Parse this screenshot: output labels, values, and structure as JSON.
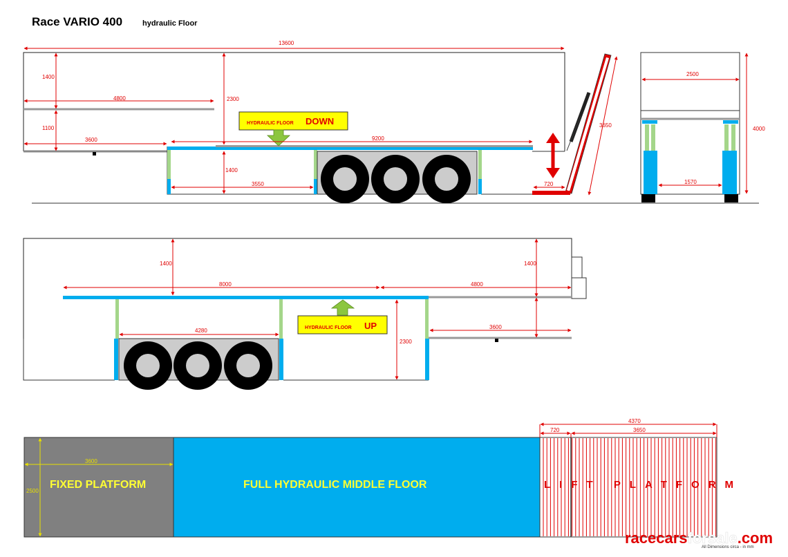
{
  "title": {
    "main": "Race VARIO 400",
    "sub": "hydraulic Floor"
  },
  "side_view_down": {
    "label_small": "HYDRAULIC FLOOR",
    "label_big": "DOWN",
    "dims": {
      "overall_length": "13600",
      "top_height": "1400",
      "upper_deck_length": "4800",
      "lower_height": "1100",
      "fixed_length": "3600",
      "interior_height": "2300",
      "floor_length": "9200",
      "under_height": "1400",
      "under_length": "3550",
      "ramp_length": "3650",
      "lift_depth": "720"
    }
  },
  "rear_view": {
    "dims": {
      "width": "2500",
      "height": "4000",
      "track": "1570"
    }
  },
  "side_view_up": {
    "label_small": "HYDRAULIC FLOOR",
    "label_big": "UP",
    "dims": {
      "top_left_height": "1400",
      "top_right_height": "1400",
      "floor_length": "8000",
      "upper_deck_length": "4800",
      "axle_length": "4280",
      "fixed_length": "3600",
      "clear_height": "2300"
    }
  },
  "plan_view": {
    "dims": {
      "total_lift": "4370",
      "lift_inner": "720",
      "lift_platform": "3650",
      "fixed_length": "3600",
      "width": "2500"
    },
    "zones": {
      "fixed": "FIXED PLATFORM",
      "middle": "FULL HYDRAULIC MIDDLE FLOOR",
      "lift": "LIFT PLATFORM"
    }
  },
  "brand": {
    "part_a": "racecars",
    "part_b": "forsale",
    "part_c": ".com"
  },
  "footnote": "All Dimensions circa - in mm",
  "colors": {
    "dimension": "#e00000",
    "hydraulic_floor": "#00adee",
    "fixed_platform": "#808080",
    "lift_post": "#a4d68a",
    "arrow_green": "#8cc63f",
    "label_box": "#ffff00"
  }
}
